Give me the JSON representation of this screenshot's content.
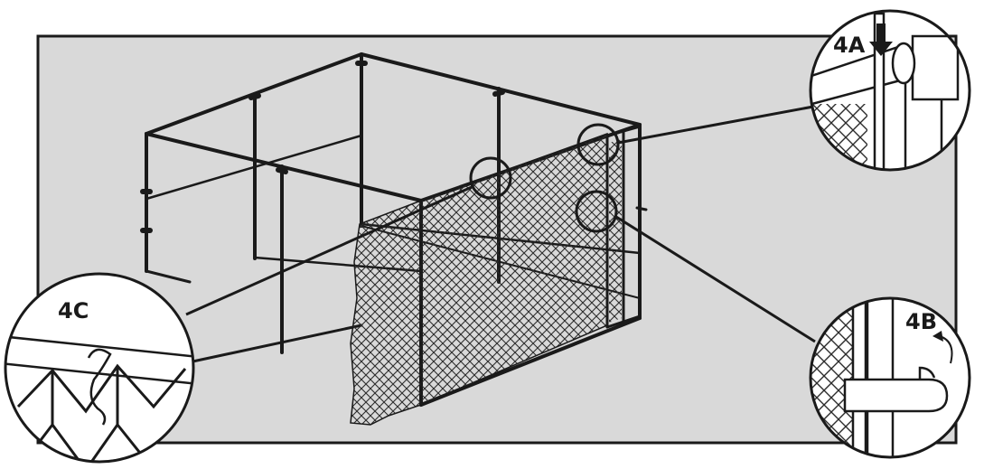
{
  "figure": {
    "background_color": "#d9d9d9",
    "line_color": "#1a1a1a",
    "mesh_color": "#2b2b2b",
    "inset_fill": "#ffffff"
  },
  "callouts": [
    {
      "id": "4A",
      "label": "4A",
      "detail": "fence-post-top-with-tension-bar-arrow-down"
    },
    {
      "id": "4B",
      "label": "4B",
      "detail": "tension-band-clip-on-post"
    },
    {
      "id": "4C",
      "label": "4C",
      "detail": "chain-link-mesh-tied-to-top-rail"
    }
  ],
  "icons": [
    "down-arrow-icon",
    "curved-arrow-icon"
  ]
}
